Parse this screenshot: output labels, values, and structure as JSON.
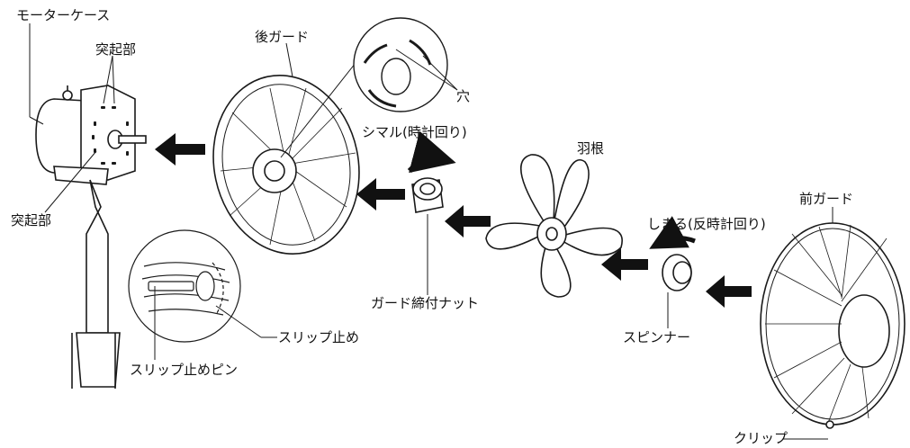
{
  "labels": {
    "motor_case": "モーターケース",
    "protrusion_top": "突起部",
    "protrusion_bottom": "突起部",
    "rear_guard": "後ガード",
    "hole": "穴",
    "tighten_clockwise": "シマル(時計回り)",
    "blade": "羽根",
    "front_guard": "前ガード",
    "tighten_counterclockwise": "しまる(反時計回り)",
    "guard_nut": "ガード締付ナット",
    "spinner": "スピンナー",
    "slip_stopper": "スリップ止め",
    "slip_stopper_pin": "スリップ止めピン",
    "clip": "クリップ"
  },
  "colors": {
    "line": "#1a1a1a",
    "arrow": "#111111",
    "fill": "#ffffff"
  }
}
